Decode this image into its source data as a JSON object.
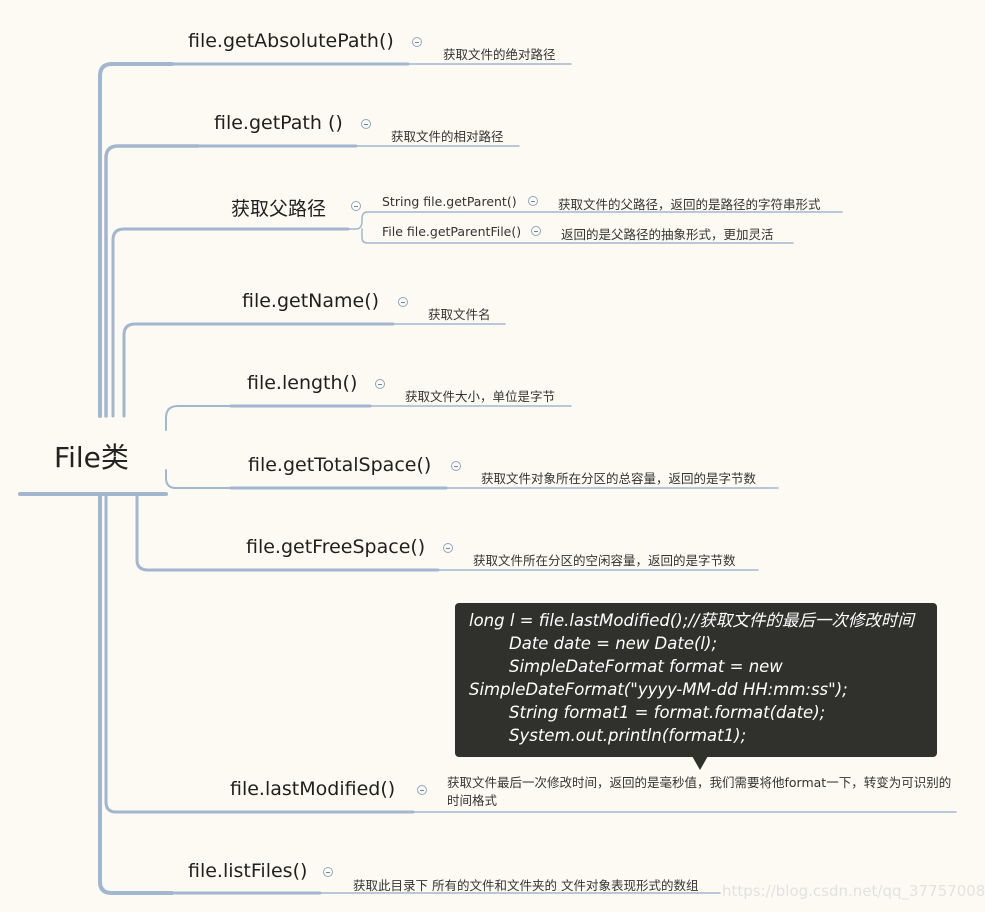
{
  "root": {
    "label": "File类"
  },
  "branches": [
    {
      "title": "file.getAbsolutePath()",
      "desc": "获取文件的绝对路径"
    },
    {
      "title": "file.getPath ()",
      "desc": "获取文件的相对路径"
    },
    {
      "title": "获取父路径",
      "children": [
        {
          "title": "String file.getParent()",
          "desc": "获取文件的父路径，返回的是路径的字符串形式"
        },
        {
          "title": "File file.getParentFile()",
          "desc": "返回的是父路径的抽象形式，更加灵活"
        }
      ]
    },
    {
      "title": "file.getName()",
      "desc": "获取文件名"
    },
    {
      "title": "file.length()",
      "desc": "获取文件大小，单位是字节"
    },
    {
      "title": "file.getTotalSpace()",
      "desc": "获取文件对象所在分区的总容量，返回的是字节数"
    },
    {
      "title": "file.getFreeSpace()",
      "desc": "获取文件所在分区的空闲容量，返回的是字节数"
    },
    {
      "title": "file.lastModified()",
      "desc": "获取文件最后一次修改时间，返回的是毫秒值，我们需要将他format一下，转变为可识别的时间格式",
      "note": [
        "long l = file.lastModified();//获取文件的最后一次修改时间",
        "Date date = new Date(l);",
        "SimpleDateFormat format = new",
        "SimpleDateFormat(\"yyyy-MM-dd HH:mm:ss\");",
        "String format1 = format.format(date);",
        "System.out.println(format1);"
      ]
    },
    {
      "title": "file.listFiles()",
      "desc": "获取此目录下 所有的文件和文件夹的 文件对象表现形式的数组"
    }
  ],
  "watermark": "https://blog.csdn.net/qq_37757008",
  "colors": {
    "line": "#a3b6cf",
    "background": "#fdfaf3",
    "note_bg": "#30302d"
  }
}
